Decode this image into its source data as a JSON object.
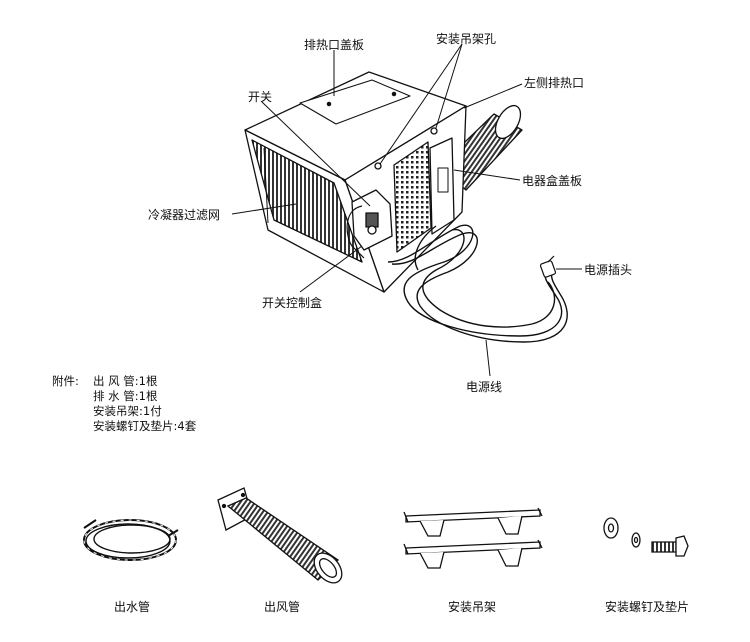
{
  "labels": {
    "top_cover": "排热口盖板",
    "hanger_hole": "安装吊架孔",
    "switch": "开关",
    "left_exhaust": "左侧排热口",
    "electrical_box_cover": "电器盒盖板",
    "condenser_filter": "冷凝器过滤网",
    "power_plug": "电源插头",
    "switch_box": "开关控制盒",
    "power_cord": "电源线"
  },
  "accessories": {
    "title": "附件:",
    "items": [
      "出 风 管:1根",
      "排 水 管:1根",
      "安装吊架:1付",
      "安装螺钉及垫片:4套"
    ]
  },
  "parts": {
    "drain_pipe": "出水管",
    "air_duct": "出风管",
    "hanger": "安装吊架",
    "screws": "安装螺钉及垫片"
  }
}
